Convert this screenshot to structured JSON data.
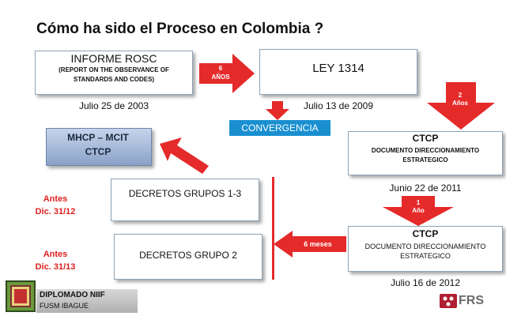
{
  "title": "Cómo ha sido el Proceso en Colombia ?",
  "informe": {
    "title": "INFORME ROSC",
    "sub1": "(REPORT ON THE OBSERVANCE OF",
    "sub2": "STANDARDS AND CODES)",
    "date": "Julio 25 de 2003"
  },
  "arrow_6_anos": {
    "line1": "6",
    "line2": "AÑOS"
  },
  "ley": {
    "title": "LEY 1314",
    "date": "Julio 13 de 2009"
  },
  "arrow_2_anos": {
    "line1": "2",
    "line2": "Años"
  },
  "convergencia": "CONVERGENCIA",
  "mhcp": {
    "line1": "MHCP – MCIT",
    "line2": "CTCP"
  },
  "ctcp1": {
    "title": "CTCP",
    "line1": "DOCUMENTO DIRECCIONAMIENTO",
    "line2": "ESTRATEGICO",
    "date": "Junio 22 de 2011"
  },
  "arrow_1_ano": {
    "line1": "1",
    "line2": "Año"
  },
  "ctcp2": {
    "title": "CTCP",
    "line1": "DOCUMENTO DIRECCIONAMIENTO",
    "line2": "ESTRATEGICO",
    "date": "Julio 16 de 2012"
  },
  "decretos1": "DECRETOS GRUPOS 1-3",
  "decretos2": "DECRETOS GRUPO 2",
  "antes1": {
    "line1": "Antes",
    "line2": "Dic. 31/12"
  },
  "antes2": {
    "line1": "Antes",
    "line2": "Dic. 31/13"
  },
  "arrow_6_meses": "6 meses",
  "footer": {
    "line1": "DIPLOMADO NIIF",
    "line2": "FUSM IBAGUE",
    "logo": "FRS"
  }
}
